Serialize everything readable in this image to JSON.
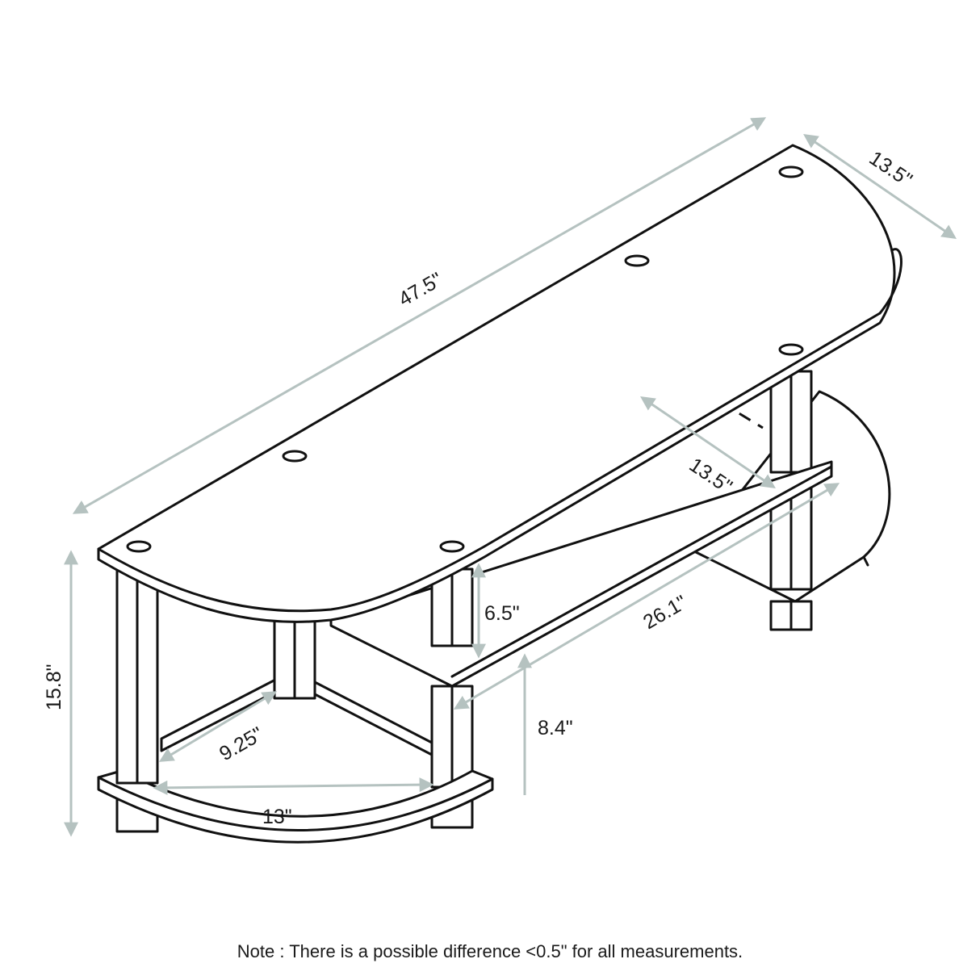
{
  "diagram": {
    "subject": "Curved-end 3-tier TV stand, isometric line drawing",
    "dimension_color": "#b5c2c0",
    "line_color": "#111111",
    "dimensions": {
      "overall_length": "47.5\"",
      "top_depth": "13.5\"",
      "middle_shelf_depth": "13.5\"",
      "overall_height": "15.8\"",
      "upper_clearance": "6.5\"",
      "middle_shelf_length": "26.1\"",
      "lower_clearance": "8.4\"",
      "end_shelf_depth": "9.25\"",
      "end_shelf_width": "13\""
    },
    "note": "Note : There is a possible difference <0.5\" for all measurements."
  }
}
